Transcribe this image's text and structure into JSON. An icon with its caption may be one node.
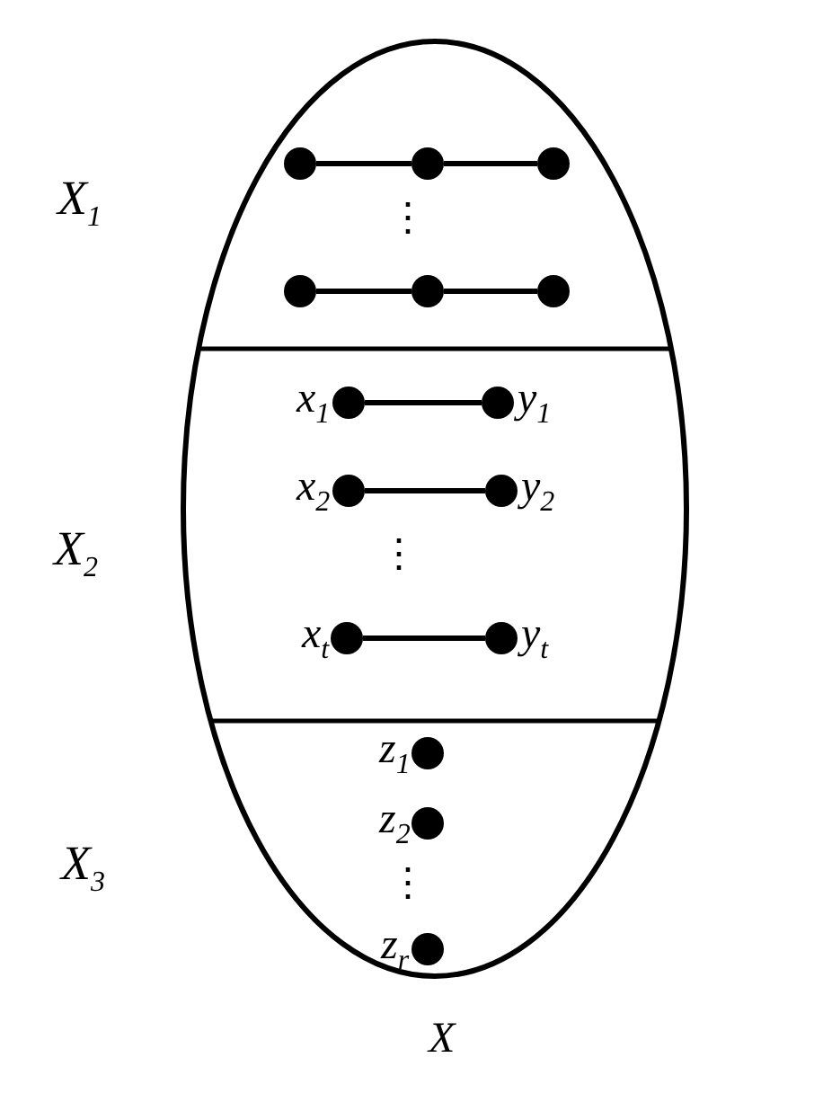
{
  "diagram": {
    "nodes": [
      {
        "text": [],
        "shape": "ellipse",
        "beside": [
          "X"
        ]
      },
      {
        "text": [],
        "shape": "circle",
        "in": 0
      },
      {
        "text": [],
        "shape": "circle",
        "in": 0
      },
      {
        "text": [],
        "shape": "circle",
        "in": 0
      },
      {
        "text": [],
        "shape": "circle",
        "in": 0
      },
      {
        "text": [],
        "shape": "circle",
        "in": 0
      },
      {
        "text": [],
        "shape": "circle",
        "in": 0
      },
      {
        "text": [],
        "shape": "circle",
        "in": 0,
        "beside": [
          "x$_{1}$"
        ]
      },
      {
        "text": [],
        "shape": "circle",
        "in": 0,
        "beside": [
          "y$_{1}$"
        ]
      },
      {
        "text": [],
        "shape": "circle",
        "in": 0,
        "beside": [
          "x$_{2}$"
        ]
      },
      {
        "text": [],
        "shape": "circle",
        "in": 0,
        "beside": [
          "y$_{2}$"
        ]
      },
      {
        "text": [],
        "shape": "circle",
        "in": 0,
        "beside": [
          "x$_{t}$"
        ]
      },
      {
        "text": [],
        "shape": "circle",
        "in": 0,
        "beside": [
          "y$_{t}$"
        ]
      },
      {
        "text": [],
        "shape": "circle",
        "in": 0,
        "beside": [
          "z$_{1}$"
        ]
      },
      {
        "text": [],
        "shape": "circle",
        "in": 0,
        "beside": [
          "z$_{2}$"
        ]
      },
      {
        "text": [],
        "shape": "circle",
        "in": 0,
        "beside": [
          "z$_{r}$"
        ]
      }
    ],
    "edges": [
      {
        "from": 1,
        "to": 2,
        "arrow": "none"
      },
      {
        "from": 2,
        "to": 3,
        "arrow": "none"
      },
      {
        "from": 4,
        "to": 5,
        "arrow": "none"
      },
      {
        "from": 5,
        "to": 6,
        "arrow": "none"
      },
      {
        "from": 7,
        "to": 8,
        "arrow": "none"
      },
      {
        "from": 9,
        "to": 10,
        "arrow": "none"
      },
      {
        "from": 11,
        "to": 12,
        "arrow": "none"
      }
    ],
    "labels": [
      "X$_{1}$",
      "⋮",
      "X$_{2}$",
      "⋮",
      "X$_{3}$",
      "⋮"
    ]
  }
}
